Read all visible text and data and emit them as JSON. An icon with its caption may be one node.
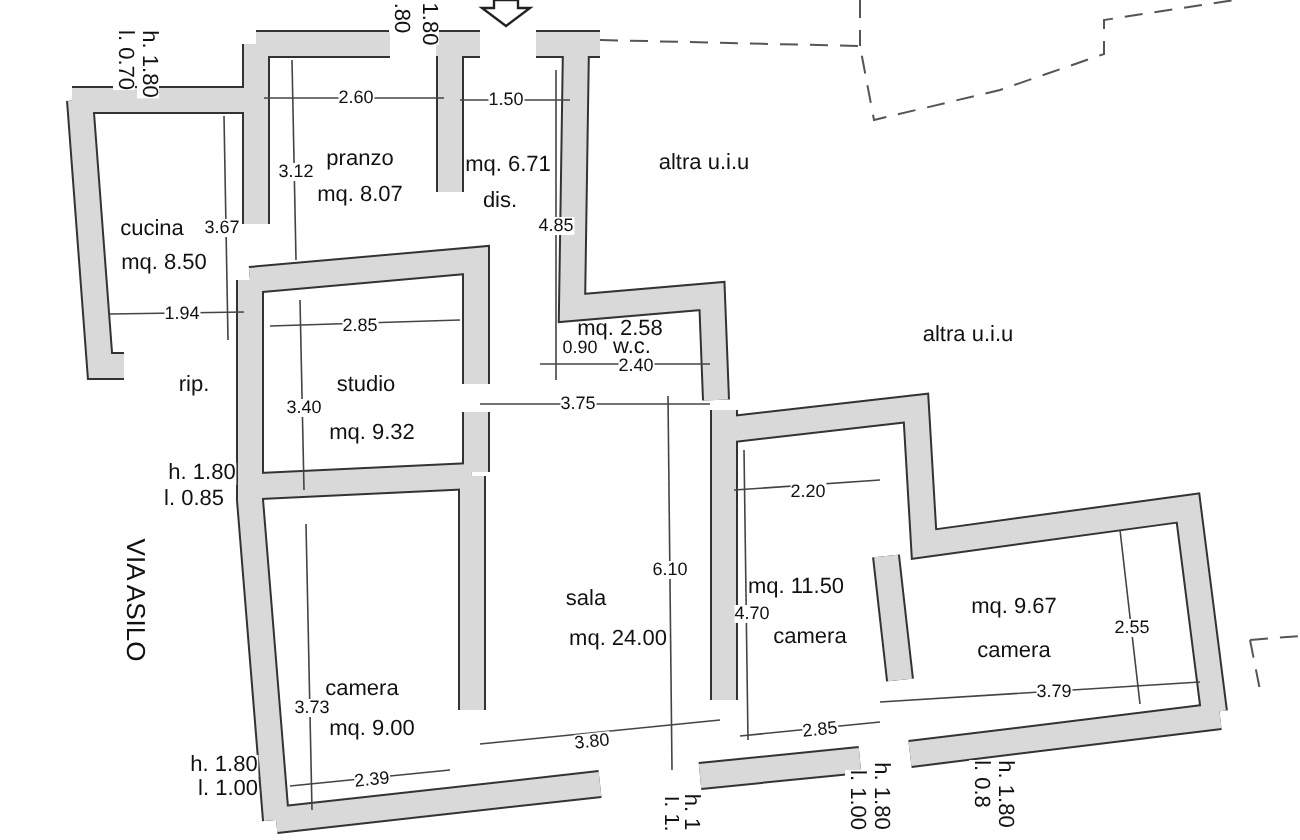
{
  "diagram": {
    "labels": [
      ".80",
      "1.80",
      "l. 0.70",
      "h. 1.80",
      "2.60",
      "1.50",
      "pranzo",
      "mq. 6.71",
      "altra u.i.u",
      "3.12",
      "mq. 8.07",
      "dis.",
      "cucina",
      "3.67",
      "4.85",
      "mq. 8.50",
      "altra u.i.u",
      "1.94",
      "2.85",
      "mq. 2.58",
      "0.90",
      "w.c.",
      "2.40",
      "rip.",
      "studio",
      "3.40",
      "3.75",
      "mq. 9.32",
      "2.20",
      "h. 1.80",
      "l. 0.85",
      "6.10",
      "mq. 11.50",
      "2.55",
      "sala",
      "VIA ASILO",
      "4.70",
      "mq. 9.67",
      "mq. 24.00",
      "camera",
      "camera",
      "camera",
      "3.73",
      "mq. 9.00",
      "3.79",
      "h. 1.80",
      "l. 1.00",
      "3.80",
      "2.85",
      "2.39",
      "l. 1.",
      "h. 1",
      "l. 1.00",
      "h. 1.80",
      "l. 0.8",
      "h. 1.80"
    ]
  }
}
